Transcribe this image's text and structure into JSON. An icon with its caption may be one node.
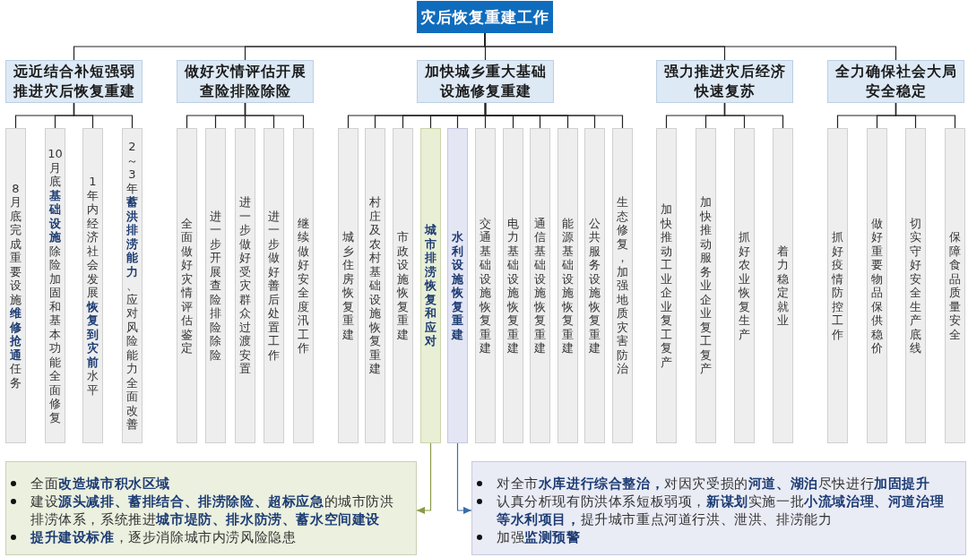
{
  "diagram": {
    "nodes": [
      {
        "text": [
          "灾后恢复重建工作"
        ]
      },
      {
        "text": [
          "远近结合补短强弱推进灾后恢复重建"
        ]
      },
      {
        "text": [
          "做好灾情评估开展查险排险除险"
        ]
      },
      {
        "text": [
          "加快城乡重大基础设施修复重建"
        ]
      },
      {
        "text": [
          "强力推进灾后经济快速复苏"
        ]
      },
      {
        "text": [
          "全力确保社会大局安全稳定"
        ]
      },
      {
        "text": [
          "8月底完成重要设施**维修抢通**任务"
        ]
      },
      {
        "text": [
          "10月底**基础设施**除险加固和基本功能全面修复"
        ]
      },
      {
        "text": [
          "1年内经济社会发展**恢复到灾前**水平"
        ]
      },
      {
        "text": [
          "2～3年**蓄洪排涝能力**、应对风险能力全面改善"
        ]
      },
      {
        "text": [
          "全面做好灾情评估鉴定"
        ]
      },
      {
        "text": [
          "进一步开展查险排险除险"
        ]
      },
      {
        "text": [
          "进一步做好受灾群众过渡安置"
        ]
      },
      {
        "text": [
          "进一步做好善后处置工作"
        ]
      },
      {
        "text": [
          "继续做好安全度汛工作"
        ]
      },
      {
        "text": [
          "城乡住房恢复重建"
        ]
      },
      {
        "text": [
          "村庄及农村基础设施恢复重建"
        ]
      },
      {
        "text": [
          "市政设施恢复重建"
        ]
      },
      {
        "text": [
          "城市排涝恢复和应对"
        ]
      },
      {
        "text": [
          "水利设施恢复重建"
        ]
      },
      {
        "text": [
          "交通基础设施恢复重建"
        ]
      },
      {
        "text": [
          "电力基础设施恢复重建"
        ]
      },
      {
        "text": [
          "通信基础设施恢复重建"
        ]
      },
      {
        "text": [
          "能源基础设施恢复重建"
        ]
      },
      {
        "text": [
          "公共服务设施恢复重建"
        ]
      },
      {
        "text": [
          "生态修复，加强地质灾害防治"
        ]
      },
      {
        "text": [
          "加快推动工业企业复工复产"
        ]
      },
      {
        "text": [
          "加快推动服务业企业复工复产"
        ]
      },
      {
        "text": [
          "抓好农业恢复生产"
        ]
      },
      {
        "text": [
          "着力稳定就业"
        ]
      },
      {
        "text": [
          "抓好疫情防控工作"
        ]
      },
      {
        "text": [
          "做好重要物品保供稳价"
        ]
      },
      {
        "text": [
          "切实守好安全生产底线"
        ]
      },
      {
        "text": [
          "保障食品质量安全"
        ]
      },
      {
        "text": [
          "全面**改造城市积水区域**",
          "建设**源头减排、蓄排结合、排涝除险、超标应急**的城市防洪排涝体系，系统推进**城市堤防、排水防涝、蓄水空间建设**",
          "**提升建设标准**，逐步消除城市内涝风险隐患"
        ]
      },
      {
        "text": [
          "对全市**水库进行综合整治，**对因灾受损的**河道、湖泊**尽快进行**加固提升**",
          "认真分析现有防洪体系短板弱项，**新谋划**实施一批**小流域治理、河道治理等水利项目，**提升城市重点河道行洪、泄洪、排涝能力",
          "加强**监测预警**"
        ]
      }
    ],
    "edges": [
      {
        "from": 0,
        "to": 1,
        "arrow": "none"
      },
      {
        "from": 0,
        "to": 2,
        "arrow": "none"
      },
      {
        "from": 0,
        "to": 3,
        "arrow": "none"
      },
      {
        "from": 0,
        "to": 4,
        "arrow": "none"
      },
      {
        "from": 0,
        "to": 5,
        "arrow": "none"
      },
      {
        "from": 1,
        "to": 6,
        "arrow": "none"
      },
      {
        "from": 1,
        "to": 7,
        "arrow": "none"
      },
      {
        "from": 1,
        "to": 8,
        "arrow": "none"
      },
      {
        "from": 1,
        "to": 9,
        "arrow": "none"
      },
      {
        "from": 2,
        "to": 10,
        "arrow": "none"
      },
      {
        "from": 2,
        "to": 11,
        "arrow": "none"
      },
      {
        "from": 2,
        "to": 12,
        "arrow": "none"
      },
      {
        "from": 2,
        "to": 13,
        "arrow": "none"
      },
      {
        "from": 2,
        "to": 14,
        "arrow": "none"
      },
      {
        "from": 3,
        "to": 15,
        "arrow": "none"
      },
      {
        "from": 3,
        "to": 16,
        "arrow": "none"
      },
      {
        "from": 3,
        "to": 17,
        "arrow": "none"
      },
      {
        "from": 3,
        "to": 18,
        "arrow": "none"
      },
      {
        "from": 3,
        "to": 19,
        "arrow": "none"
      },
      {
        "from": 3,
        "to": 20,
        "arrow": "none"
      },
      {
        "from": 3,
        "to": 21,
        "arrow": "none"
      },
      {
        "from": 3,
        "to": 22,
        "arrow": "none"
      },
      {
        "from": 3,
        "to": 23,
        "arrow": "none"
      },
      {
        "from": 3,
        "to": 24,
        "arrow": "none"
      },
      {
        "from": 3,
        "to": 25,
        "arrow": "none"
      },
      {
        "from": 4,
        "to": 26,
        "arrow": "none"
      },
      {
        "from": 4,
        "to": 27,
        "arrow": "none"
      },
      {
        "from": 4,
        "to": 28,
        "arrow": "none"
      },
      {
        "from": 4,
        "to": 29,
        "arrow": "none"
      },
      {
        "from": 5,
        "to": 30,
        "arrow": "none"
      },
      {
        "from": 5,
        "to": 31,
        "arrow": "none"
      },
      {
        "from": 5,
        "to": 32,
        "arrow": "none"
      },
      {
        "from": 5,
        "to": 33,
        "arrow": "none"
      },
      {
        "from": 18,
        "to": 34,
        "arrow": "to",
        "color": "#8a9a46"
      },
      {
        "from": 19,
        "to": 35,
        "arrow": "to",
        "color": "#3b6ea8"
      }
    ]
  }
}
